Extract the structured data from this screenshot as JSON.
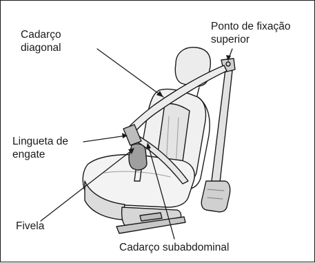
{
  "labels": {
    "diagonal_belt": [
      "Cadarço",
      "diagonal"
    ],
    "upper_anchor": [
      "Ponto de fixação",
      "superior"
    ],
    "tongue": [
      "Lingueta de",
      "engate"
    ],
    "buckle": "Fivela",
    "lap_belt": "Cadarço subabdominal"
  },
  "colors": {
    "line": "#1a1a1a",
    "seat_shade": "#cfcfcf",
    "seat_light": "#ececec"
  }
}
